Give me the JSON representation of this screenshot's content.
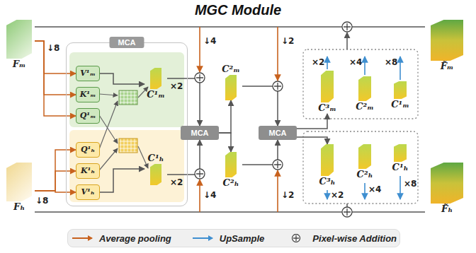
{
  "diagram": {
    "title": "MGC Module",
    "nodes": [
      {
        "text": [
          "Fₘ"
        ]
      },
      {
        "text": [
          "Fₕ"
        ]
      },
      {
        "text": [
          "MCA"
        ]
      },
      {
        "text": [
          "V¹ₘ"
        ],
        "in": 2
      },
      {
        "text": [
          "K¹ₘ"
        ],
        "in": 2
      },
      {
        "text": [
          "Q¹ₘ"
        ],
        "in": 2
      },
      {
        "text": [
          "C¹ₘ"
        ],
        "in": 2
      },
      {
        "text": [
          "Q¹ₕ"
        ],
        "in": 2
      },
      {
        "text": [
          "K¹ₕ"
        ],
        "in": 2
      },
      {
        "text": [
          "V¹ₕ"
        ],
        "in": 2
      },
      {
        "text": [
          "C¹ₕ"
        ],
        "in": 2
      },
      {
        "text": [
          "MCA"
        ]
      },
      {
        "text": [
          "C²ₘ"
        ]
      },
      {
        "text": [
          "C²ₕ"
        ]
      },
      {
        "text": [
          "MCA"
        ]
      },
      {
        "text": [
          "C³ₘ"
        ]
      },
      {
        "text": [
          "C²ₘ"
        ]
      },
      {
        "text": [
          "C¹ₘ"
        ]
      },
      {
        "text": [
          "C³ₕ"
        ]
      },
      {
        "text": [
          "C²ₕ"
        ]
      },
      {
        "text": [
          "C¹ₕ"
        ]
      },
      {
        "text": [
          "F̃ₘ"
        ]
      },
      {
        "text": [
          "F̃ₕ"
        ]
      }
    ],
    "edges": [
      {
        "from": 0,
        "to": 21,
        "arrow": "none"
      },
      {
        "from": 1,
        "to": 22,
        "arrow": "none"
      },
      {
        "from": 0,
        "to": 3,
        "arrow": "to"
      },
      {
        "from": 0,
        "to": 4,
        "arrow": "to"
      },
      {
        "from": 0,
        "to": 5,
        "arrow": "to"
      },
      {
        "from": 1,
        "to": 7,
        "arrow": "to"
      },
      {
        "from": 1,
        "to": 8,
        "arrow": "to"
      },
      {
        "from": 1,
        "to": 9,
        "arrow": "to"
      },
      {
        "from": 3,
        "to": 6,
        "arrow": "to"
      },
      {
        "from": 9,
        "to": 10,
        "arrow": "to"
      },
      {
        "from": 6,
        "to": 11,
        "arrow": "to"
      },
      {
        "from": 10,
        "to": 11,
        "arrow": "to"
      },
      {
        "from": 11,
        "to": 12,
        "arrow": "to"
      },
      {
        "from": 11,
        "to": 13,
        "arrow": "to"
      },
      {
        "from": 12,
        "to": 14,
        "arrow": "to"
      },
      {
        "from": 13,
        "to": 14,
        "arrow": "to"
      },
      {
        "from": 14,
        "to": 15,
        "arrow": "to"
      },
      {
        "from": 14,
        "to": 18,
        "arrow": "to"
      }
    ],
    "labels": [
      "↓8",
      "↓4",
      "↓2",
      "↓8",
      "↓4",
      "↓2",
      "×2",
      "×2",
      "×2",
      "×4",
      "×8",
      "×2",
      "×4",
      "×8"
    ],
    "legend": [
      {
        "text": "Average pooling"
      },
      {
        "text": "UpSample"
      },
      {
        "text": "Pixel-wise Addition"
      }
    ]
  }
}
